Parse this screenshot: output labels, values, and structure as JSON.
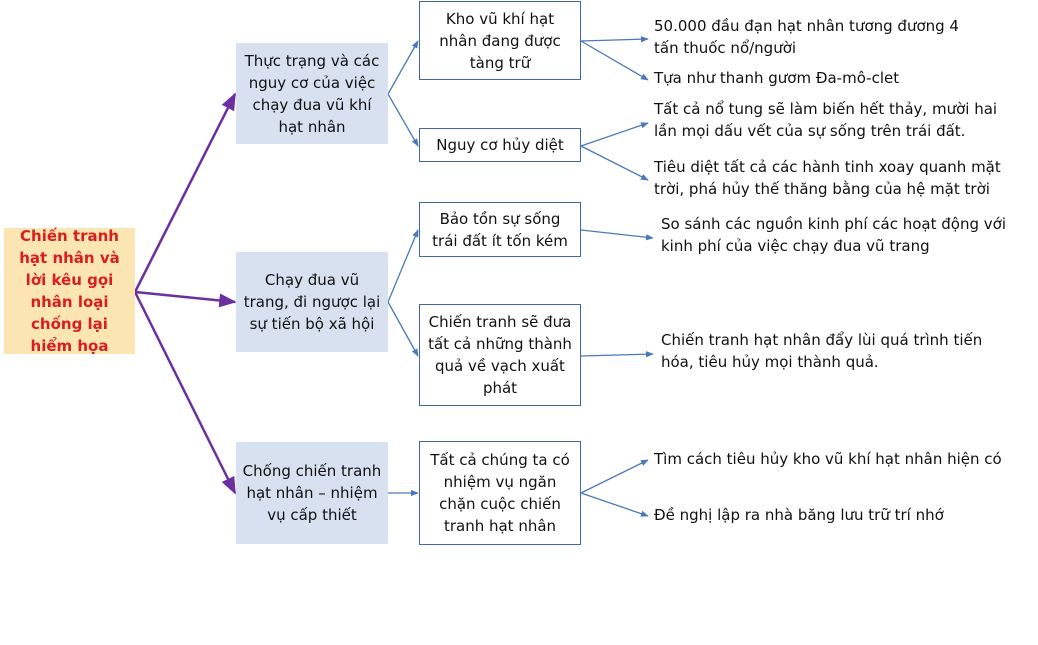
{
  "colors": {
    "root_bg": "#fbe6b3",
    "root_text": "#d81e1e",
    "level1_bg": "#d8e1f0",
    "level2_border": "#41689f",
    "root_arrows": "#6b2fa0",
    "branch_arrows": "#4a78b8"
  },
  "root": {
    "label": "Chiến tranh hạt nhân và lời kêu gọi nhân loại chống lại hiểm họa"
  },
  "branches": [
    {
      "label": "Thực trạng và các nguy cơ của việc chạy đua vũ khí hạt nhân",
      "children": [
        {
          "label": "Kho vũ khí hạt nhân đang được tàng trữ",
          "notes": [
            "50.000 đầu đạn hạt nhân tương đương 4 tấn thuốc nổ/người",
            "Tựa như thanh gươm Đa-mô-clet"
          ]
        },
        {
          "label": "Nguy cơ hủy diệt",
          "notes": [
            "Tất cả nổ tung sẽ làm biến hết thảy, mười hai lần mọi dấu vết của sự sống trên trái đất.",
            "Tiêu diệt tất cả các hành tinh xoay quanh mặt trời, phá hủy thế thăng bằng của hệ mặt trời"
          ]
        }
      ]
    },
    {
      "label": "Chạy đua vũ trang, đi ngược lại sự tiến bộ xã hội",
      "children": [
        {
          "label": "Bảo tồn sự sống trái đất ít tốn kém",
          "notes": [
            "So sánh các nguồn kinh phí các hoạt động với kinh phí của việc chạy đua vũ trang"
          ]
        },
        {
          "label": "Chiến tranh sẽ đưa tất cả những thành quả về vạch xuất phát",
          "notes": [
            "Chiến tranh hạt nhân đẩy lùi quá trình tiến hóa, tiêu hủy mọi thành quả."
          ]
        }
      ]
    },
    {
      "label": "Chống chiến tranh hạt nhân – nhiệm vụ cấp thiết",
      "children": [
        {
          "label": "Tất cả chúng ta có nhiệm vụ ngăn chặn cuộc chiến tranh hạt nhân",
          "notes": [
            "Tìm cách tiêu hủy kho vũ khí hạt nhân hiện có",
            "Đề nghị lập ra nhà băng lưu trữ trí nhớ"
          ]
        }
      ]
    }
  ]
}
